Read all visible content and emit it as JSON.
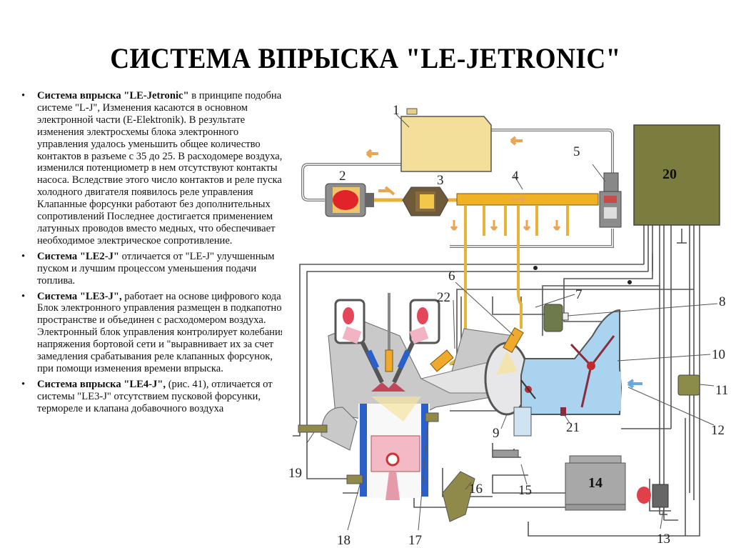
{
  "slide": {
    "title": "СИСТЕМА ВПРЫСКА \"LE-JETRONIC\"",
    "bullet_symbol": "•",
    "bullets": [
      {
        "bold": "Система впрыска \"LE-Jetronic\"",
        "text": " в принципе подобна системе \"L-J\", Изменения касаются в основном электронной части (E-Elektronik). В результате изменения электросхемы блока электронного управления удалось уменьшить общее количество контактов в разъеме с 35 до 25. В расходомере воздуха, изменился потенциометр в нем отсутствуют контакты насоса. Вследствие этого число контактов и реле пуска холодного двигателя появилось реле управления Клапанные форсунки работают без дополнительных сопротивлений Последнее достигается применением латунных проводов вместо медных, что обеспечивает необходимое электрическое сопротивление."
      },
      {
        "bold": "Система \"LE2-J\"",
        "text": " отличается от \"LE-J\" улучшенным пуском и лучшим процессом уменьшения подачи топлива."
      },
      {
        "bold": "Система \"LE3-J\",",
        "text": " работает на основе цифрового кода. Блок электронного управления размещен в подкапотном пространстве и объединен с расходомером воздуха. Электронный блок управления контролирует колебания напряжения бортовой сети и \"выравнивает их за счет замедления срабатывания реле клапанных форсунок, при помощи изменения времени впрыска."
      },
      {
        "bold": "Система впрыска \"LE4-J\",",
        "text": " (рис. 41), отличается от системы \"LE3-J\" отсутствием пусковой форсунки, термореле и клапана добавочного воздуха"
      }
    ]
  },
  "diagram": {
    "labels": {
      "n1": "1",
      "n2": "2",
      "n3": "3",
      "n4": "4",
      "n5": "5",
      "n6": "6",
      "n7": "7",
      "n8": "8",
      "n9": "9",
      "n10": "10",
      "n11": "11",
      "n12": "12",
      "n13": "13",
      "n14": "14",
      "n15": "15",
      "n16": "16",
      "n17": "17",
      "n18": "18",
      "n19": "19",
      "n20": "20",
      "n21": "21",
      "n22": "22"
    },
    "colors": {
      "fuel": "#e8b13a",
      "tank": "#f3de9a",
      "ecu": "#7b7d3e",
      "air": "#a9d3ee",
      "pump": "#e0242a",
      "battery": "#a8a8a8",
      "key": "#e0404a",
      "wire": "#444444",
      "engine": "#c9c9c9",
      "cylinder_liner": "#2b5fcc",
      "piston": "#f3b9c4"
    }
  }
}
